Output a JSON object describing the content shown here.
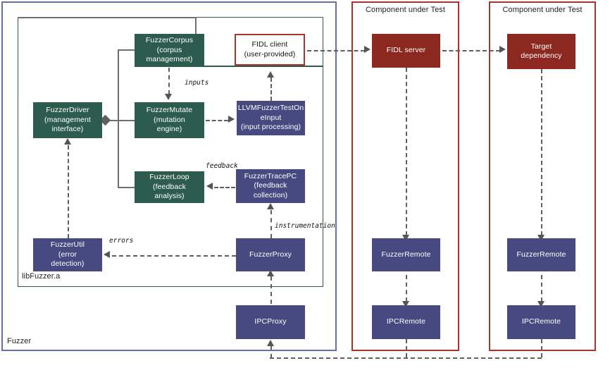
{
  "diagram": {
    "title": "libFuzzer / FIDL fuzzing architecture",
    "colors": {
      "green": "#2d5c4e",
      "blue": "#474a80",
      "red": "#8c2820",
      "red_border": "#a8352b",
      "blue_border": "#6b6fa8",
      "connector": "#6f6f6f"
    }
  },
  "containers": {
    "fuzzer": {
      "label": "Fuzzer"
    },
    "libfuzzer": {
      "label": "libFuzzer.a"
    },
    "component_under_test_1": {
      "label": "Component under Test"
    },
    "component_under_test_2": {
      "label": "Component under Test"
    }
  },
  "nodes": {
    "fuzzer_corpus": {
      "label": "FuzzerCorpus\n(corpus\nmanagement)",
      "lines": [
        "FuzzerCorpus",
        "(corpus",
        "management)"
      ],
      "color": "green"
    },
    "fuzzer_driver": {
      "label": "FuzzerDriver\n(management\ninterface)",
      "lines": [
        "FuzzerDriver",
        "(management",
        "interface)"
      ],
      "color": "green"
    },
    "fuzzer_mutate": {
      "label": "FuzzerMutate\n(mutation\nengine)",
      "lines": [
        "FuzzerMutate",
        "(mutation",
        "engine)"
      ],
      "color": "green"
    },
    "fuzzer_loop": {
      "label": "FuzzerLoop\n(feedback\nanalysis)",
      "lines": [
        "FuzzerLoop",
        "(feedback",
        "analysis)"
      ],
      "color": "green"
    },
    "fidl_client": {
      "label": "FIDL client\n(user-provided)",
      "lines": [
        "FIDL client",
        "(user-provided)"
      ],
      "color": "outline"
    },
    "llvm_fuzzer_test_one_input": {
      "label": "LLVMFuzzerTestOneInput\n(input processing)",
      "lines": [
        "LLVMFuzzerTestOn",
        "eInput",
        "(input processing)"
      ],
      "color": "blue"
    },
    "fuzzer_trace_pc": {
      "label": "FuzzerTracePC\n(feedback\ncollection)",
      "lines": [
        "FuzzerTracePC",
        "(feedback",
        "collection)"
      ],
      "color": "blue"
    },
    "fuzzer_util": {
      "label": "FuzzerUtil\n(error\ndetection)",
      "lines": [
        "FuzzerUtil",
        "(error",
        "detection)"
      ],
      "color": "blue"
    },
    "fuzzer_proxy": {
      "label": "FuzzerProxy",
      "lines": [
        "FuzzerProxy"
      ],
      "color": "blue"
    },
    "ipc_proxy": {
      "label": "IPCProxy",
      "lines": [
        "IPCProxy"
      ],
      "color": "blue"
    },
    "fidl_server": {
      "label": "FIDL server",
      "lines": [
        "FIDL server"
      ],
      "color": "red"
    },
    "fuzzer_remote_1": {
      "label": "FuzzerRemote",
      "lines": [
        "FuzzerRemote"
      ],
      "color": "blue"
    },
    "ipc_remote_1": {
      "label": "IPCRemote",
      "lines": [
        "IPCRemote"
      ],
      "color": "blue"
    },
    "target_dependency": {
      "label": "Target\ndependency",
      "lines": [
        "Target",
        "dependency"
      ],
      "color": "red"
    },
    "fuzzer_remote_2": {
      "label": "FuzzerRemote",
      "lines": [
        "FuzzerRemote"
      ],
      "color": "blue"
    },
    "ipc_remote_2": {
      "label": "IPCRemote",
      "lines": [
        "IPCRemote"
      ],
      "color": "blue"
    }
  },
  "edge_labels": {
    "inputs": "inputs",
    "feedback": "feedback",
    "errors": "errors",
    "instrumentation": "instrumentation"
  }
}
